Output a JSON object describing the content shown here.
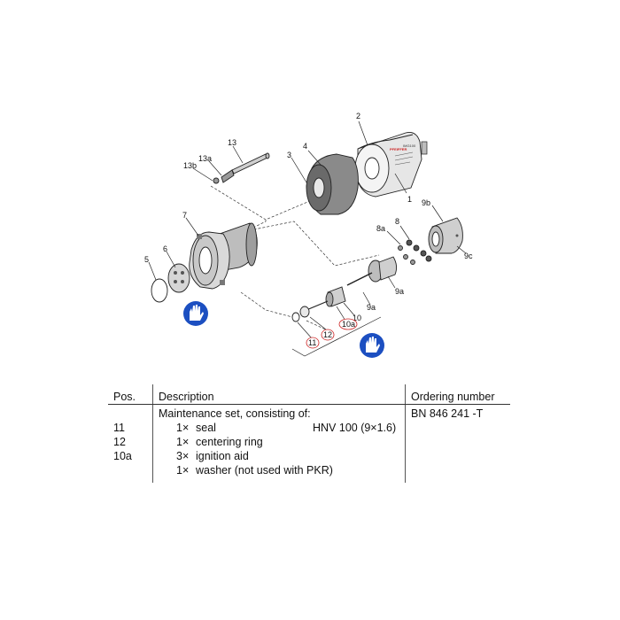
{
  "diagram": {
    "callouts": [
      "1",
      "2",
      "3",
      "4",
      "5",
      "6",
      "7",
      "8",
      "8a",
      "9a",
      "9b",
      "9c",
      "10",
      "13",
      "13a",
      "13b"
    ],
    "circled_callouts": [
      "11",
      "12",
      "10a"
    ],
    "brand_mark": "PFEIFFER",
    "gauge_label": "IMG100",
    "icons": [
      "wear-gloves-icon",
      "wear-gloves-icon"
    ],
    "accent_color": "#cc2222",
    "icon_color": "#1c4fc1"
  },
  "table": {
    "headers": {
      "pos": "Pos.",
      "description": "Description",
      "ordering": "Ordering number"
    },
    "set_title": "Maintenance set, consisting of:",
    "ordering_number": "BN 846 241 -T",
    "items": [
      {
        "pos": "11",
        "qty": "1×",
        "name": "seal",
        "spec": "HNV 100 (9×1.6)"
      },
      {
        "pos": "12",
        "qty": "1×",
        "name": "centering ring",
        "spec": ""
      },
      {
        "pos": "10a",
        "qty": "3×",
        "name": "ignition aid",
        "spec": ""
      },
      {
        "pos": "",
        "qty": "1×",
        "name": "washer  (not used with PKR)",
        "spec": ""
      }
    ]
  }
}
